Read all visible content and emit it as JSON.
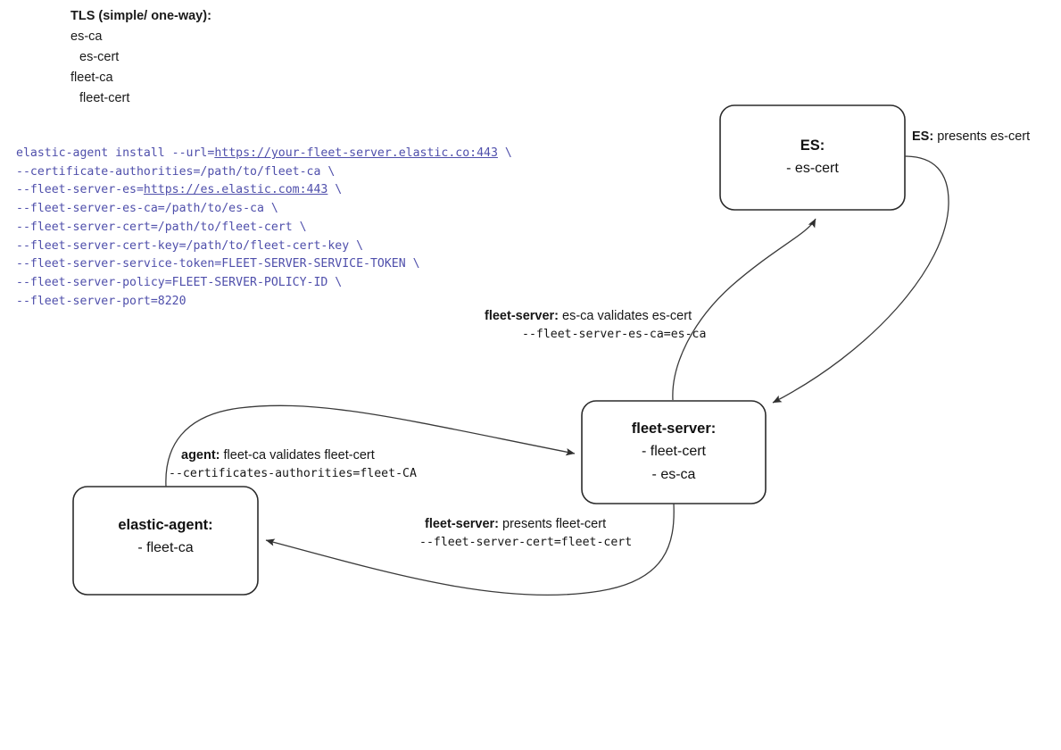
{
  "legend": {
    "title": "TLS (simple/ one-way):",
    "lines": [
      {
        "text": "es-ca",
        "indent": false
      },
      {
        "text": "es-cert",
        "indent": true
      },
      {
        "text": "fleet-ca",
        "indent": false
      },
      {
        "text": "fleet-cert",
        "indent": true
      }
    ]
  },
  "command": {
    "lines": [
      {
        "pre": "elastic-agent install --url=",
        "url": "https://your-fleet-server.elastic.co:443",
        "post": " \\"
      },
      {
        "pre": "--certificate-authorities=/path/to/fleet-ca \\",
        "url": "",
        "post": ""
      },
      {
        "pre": "--fleet-server-es=",
        "url": "https://es.elastic.com:443",
        "post": " \\"
      },
      {
        "pre": "--fleet-server-es-ca=/path/to/es-ca \\",
        "url": "",
        "post": ""
      },
      {
        "pre": "--fleet-server-cert=/path/to/fleet-cert \\",
        "url": "",
        "post": ""
      },
      {
        "pre": "--fleet-server-cert-key=/path/to/fleet-cert-key \\",
        "url": "",
        "post": ""
      },
      {
        "pre": "--fleet-server-service-token=FLEET-SERVER-SERVICE-TOKEN \\",
        "url": "",
        "post": ""
      },
      {
        "pre": "--fleet-server-policy=FLEET-SERVER-POLICY-ID \\",
        "url": "",
        "post": ""
      },
      {
        "pre": "--fleet-server-port=8220",
        "url": "",
        "post": ""
      }
    ]
  },
  "nodes": {
    "es": {
      "title": "ES:",
      "items": [
        "- es-cert"
      ]
    },
    "fleet_server": {
      "title": "fleet-server:",
      "items": [
        "- fleet-cert",
        "- es-ca"
      ]
    },
    "elastic_agent": {
      "title": "elastic-agent:",
      "items": [
        "- fleet-ca"
      ]
    }
  },
  "edges": {
    "es_presents": {
      "strong": "ES:",
      "rest": " presents es-cert"
    },
    "fleet_validates_es": {
      "strong": "fleet-server:",
      "rest": " es-ca validates es-cert",
      "flag": "--fleet-server-es-ca=es-ca"
    },
    "agent_validates_fleet": {
      "strong": "agent:",
      "rest": " fleet-ca validates fleet-cert",
      "flag": "--certificates-authorities=fleet-CA"
    },
    "fleet_presents_cert": {
      "strong": "fleet-server:",
      "rest": " presents fleet-cert",
      "flag": "--fleet-server-cert=fleet-cert"
    }
  },
  "colors": {
    "code": "#4f4fab",
    "stroke": "#3a3a3a",
    "text": "#161616",
    "background": "#ffffff"
  }
}
